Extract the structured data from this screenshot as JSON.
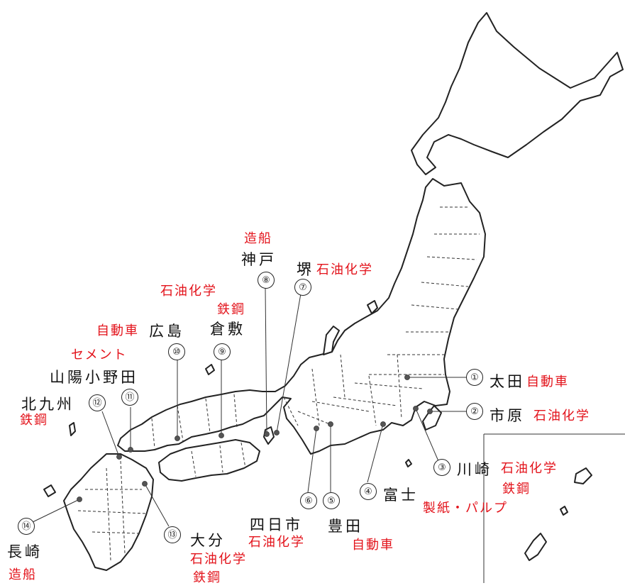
{
  "colors": {
    "industry_text": "#e3131b",
    "city_text": "#111111",
    "outline": "#222222"
  },
  "labels": [
    {
      "no": "①",
      "city": "太田",
      "industries": [
        "自動車"
      ]
    },
    {
      "no": "②",
      "city": "市原",
      "industries": [
        "石油化学"
      ]
    },
    {
      "no": "③",
      "city": "川崎",
      "industries": [
        "石油化学",
        "鉄鋼"
      ]
    },
    {
      "no": "④",
      "city": "富士",
      "industries": [
        "製紙・パルプ"
      ]
    },
    {
      "no": "⑤",
      "city": "豊田",
      "industries": [
        "自動車"
      ]
    },
    {
      "no": "⑥",
      "city": "四日市",
      "industries": [
        "石油化学"
      ]
    },
    {
      "no": "⑦",
      "city": "堺",
      "industries": [
        "石油化学"
      ]
    },
    {
      "no": "⑧",
      "city": "神戸",
      "industries": [
        "造船"
      ]
    },
    {
      "no": "⑨",
      "city": "倉敷",
      "industries": [
        "石油化学",
        "鉄鋼"
      ]
    },
    {
      "no": "⑩",
      "city": "広島",
      "industries": [
        "自動車"
      ]
    },
    {
      "no": "⑪",
      "city": "山陽小野田",
      "industries": [
        "セメント"
      ]
    },
    {
      "no": "⑫",
      "city": "北九州",
      "industries": [
        "鉄鋼"
      ]
    },
    {
      "no": "⑬",
      "city": "大分",
      "industries": [
        "石油化学",
        "鉄鋼"
      ]
    },
    {
      "no": "⑭",
      "city": "長崎",
      "industries": [
        "造船"
      ]
    }
  ]
}
